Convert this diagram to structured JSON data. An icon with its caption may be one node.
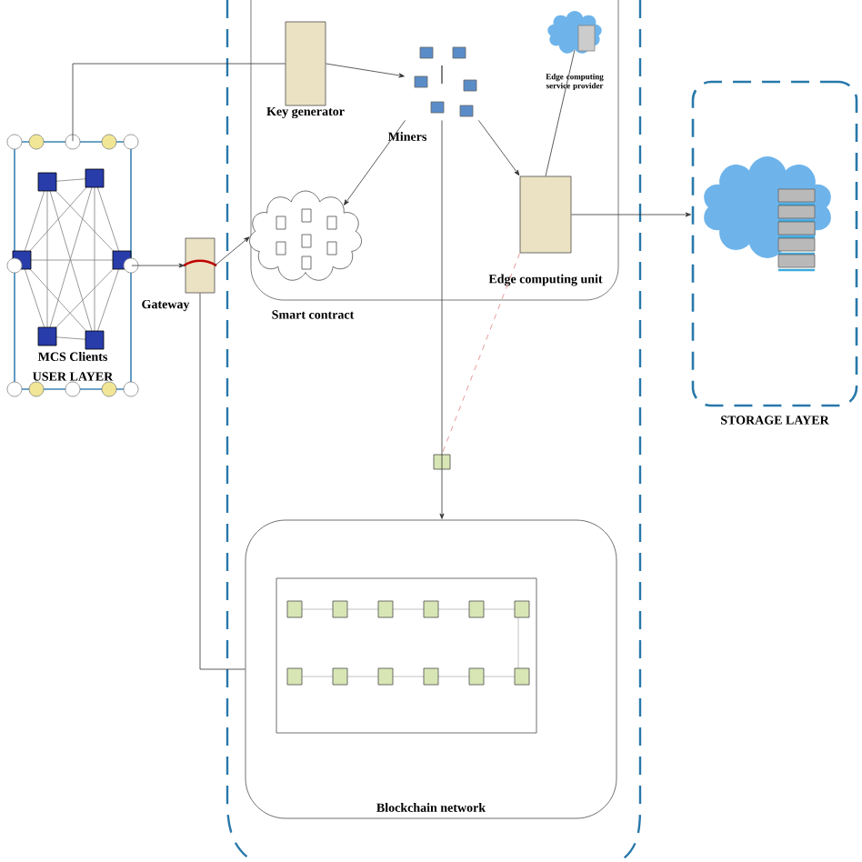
{
  "diagram": {
    "nodes": [
      {
        "text": [
          "MCS Clients",
          "USER LAYER"
        ]
      },
      {
        "text": [
          "Key generator"
        ]
      },
      {
        "text": [
          "Miners"
        ]
      },
      {
        "text": [
          "Smart contract"
        ]
      },
      {
        "text": [
          "Gateway"
        ]
      },
      {
        "text": [
          "Edge computing unit"
        ]
      },
      {
        "text": [
          "Edge computing service provider"
        ]
      },
      {
        "text": [
          "STORAGE LAYER"
        ]
      },
      {
        "text": [
          "Blockchain network"
        ]
      },
      {
        "text": [],
        "shape": "box"
      }
    ],
    "edges": [
      {
        "from": 0,
        "to": 4,
        "arrow": "to"
      },
      {
        "from": 4,
        "to": 3,
        "arrow": "to"
      },
      {
        "from": 0,
        "to": 1,
        "arrow": "none"
      },
      {
        "from": 1,
        "to": 2,
        "arrow": "to"
      },
      {
        "from": 2,
        "to": 3,
        "arrow": "to"
      },
      {
        "from": 2,
        "to": 5,
        "arrow": "to"
      },
      {
        "from": 5,
        "to": 7,
        "arrow": "to"
      },
      {
        "from": 6,
        "to": 5,
        "arrow": "none"
      },
      {
        "from": 5,
        "to": 9,
        "arrow": "none",
        "style": "dashed",
        "color": "#e08080"
      },
      {
        "from": 2,
        "to": 8,
        "arrow": "to"
      },
      {
        "from": 4,
        "to": 8,
        "arrow": "none"
      }
    ]
  }
}
